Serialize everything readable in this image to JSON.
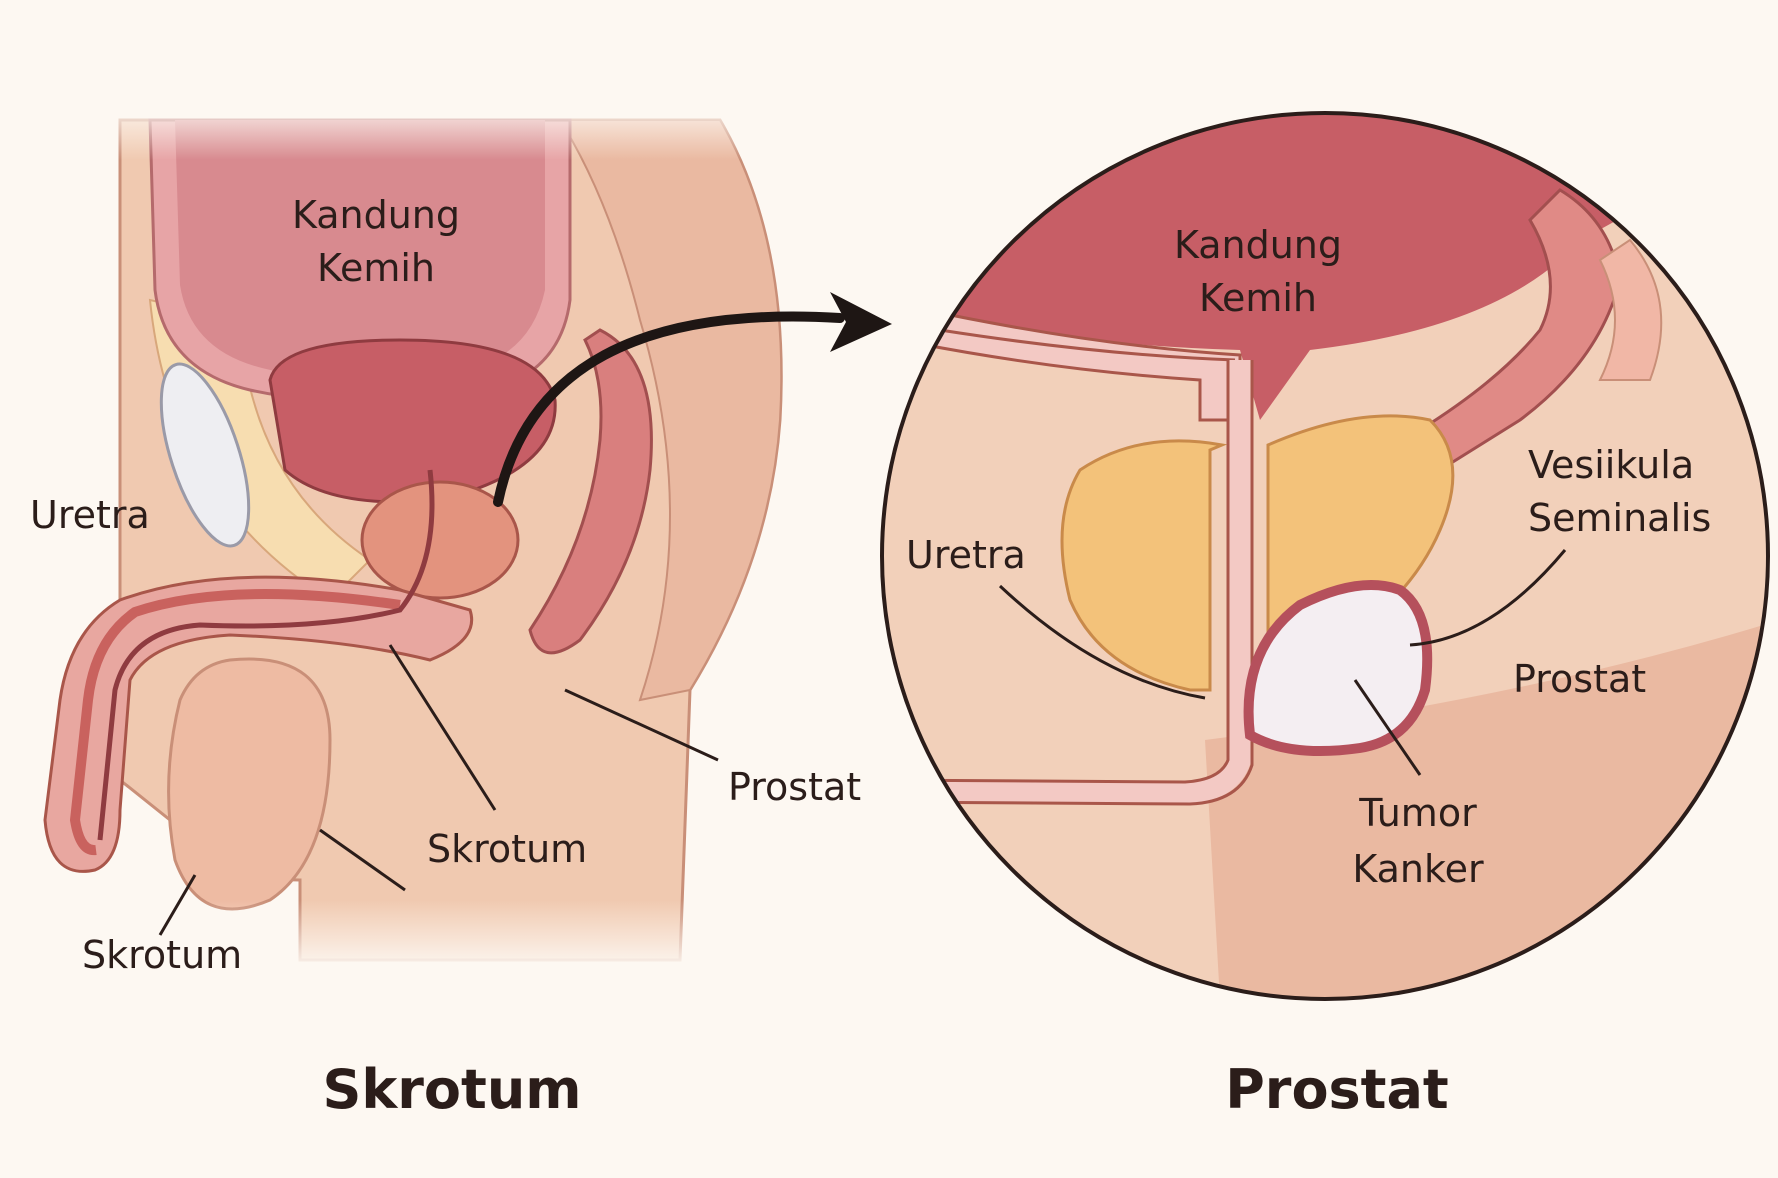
{
  "colors": {
    "background": "#fdf8f2",
    "skin": "#f0c9b0",
    "skin_dark": "#e3ab93",
    "bladder": "#c75e66",
    "bladder_light": "#e7a4a6",
    "prostate": "#e3937e",
    "gland": "#f3c27a",
    "tumor": "#f4eef2",
    "tumor_rim": "#b5505c",
    "muscle": "#d97f7e",
    "outline": "#7a3b37",
    "leader": "#2b1d1a"
  },
  "left_panel": {
    "bladder_label_line1": "Kandung",
    "bladder_label_line2": "Kemih",
    "urethra_label": "Uretra",
    "prostate_label": "Prostat",
    "scrotum_label_inner": "Skrotum",
    "scrotum_label_outer": "Skrotum",
    "caption": "Skrotum"
  },
  "right_panel": {
    "bladder_label_line1": "Kandung",
    "bladder_label_line2": "Kemih",
    "urethra_label": "Uretra",
    "vesicle_label_line1": "Vesiikula",
    "vesicle_label_line2": "Seminalis",
    "prostate_label": "Prostat",
    "tumor_label_line1": "Tumor",
    "tumor_label_line2": "Kanker",
    "caption": "Prostat"
  },
  "icons": {
    "zoom_arrow": "curved-arrow-icon"
  }
}
